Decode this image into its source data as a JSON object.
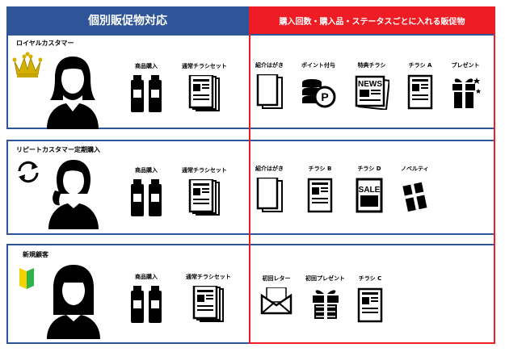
{
  "header": {
    "left_title": "個別販促物対応",
    "right_title": "購入回数・購入品・ステータスごとに入れる販促物"
  },
  "rows": [
    {
      "segment": "ロイヤルカスタマー",
      "base_items": [
        "商品購入",
        "通常チラシセット"
      ],
      "promo_items": [
        "紹介はがき",
        "ポイント付与",
        "特典チラシ",
        "チラシ A",
        "プレゼント"
      ]
    },
    {
      "segment": "リピートカスタマー定期購入",
      "base_items": [
        "商品購入",
        "通常チラシセット"
      ],
      "promo_items": [
        "紹介はがき",
        "チラシ B",
        "チラシ D",
        "ノベルティ"
      ]
    },
    {
      "segment": "新規顧客",
      "base_items": [
        "商品購入",
        "通常チラシセット"
      ],
      "promo_items": [
        "初回レター",
        "初回プレゼント",
        "チラシ C"
      ]
    }
  ],
  "icon_text": {
    "news": "NEWS",
    "sale": "SALE",
    "point": "P"
  },
  "colors": {
    "blue": "#2e5597",
    "red": "#ee1c24",
    "gold": "#d4b000"
  }
}
